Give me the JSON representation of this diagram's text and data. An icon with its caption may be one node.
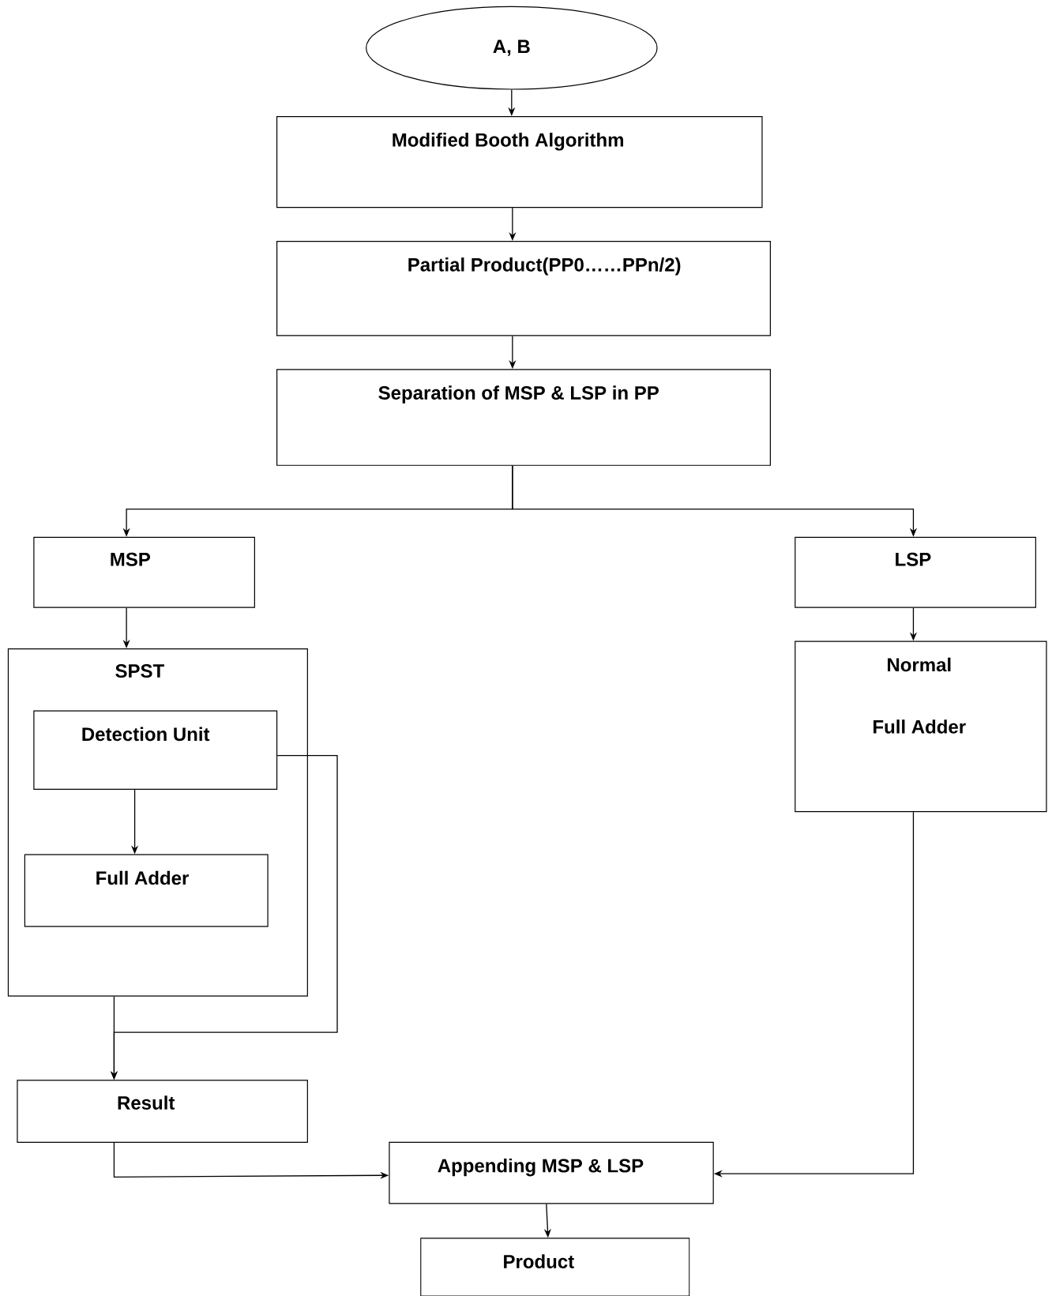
{
  "diagram": {
    "nodes": [
      {
        "text": [
          "A, B"
        ]
      },
      {
        "text": [
          "Modified Booth Algorithm"
        ]
      },
      {
        "text": [
          "Partial Product(PP0……PPn/2)"
        ]
      },
      {
        "text": [
          "Separation of MSP & LSP in PP"
        ]
      },
      {
        "text": [
          "MSP"
        ]
      },
      {
        "text": [
          "LSP"
        ]
      },
      {
        "text": [
          "SPST"
        ]
      },
      {
        "text": [
          "Detection Unit"
        ],
        "in": 6
      },
      {
        "text": [
          "Full Adder"
        ],
        "in": 6
      },
      {
        "text": [
          "Normal",
          "Full Adder"
        ]
      },
      {
        "text": [
          "Result"
        ]
      },
      {
        "text": [
          "Appending MSP & LSP"
        ]
      },
      {
        "text": [
          "Product"
        ]
      }
    ],
    "edges": [
      {
        "from": 0,
        "to": 1,
        "arrow": "to"
      },
      {
        "from": 1,
        "to": 2,
        "arrow": "to"
      },
      {
        "from": 2,
        "to": 3,
        "arrow": "to"
      },
      {
        "from": 3,
        "to": 4,
        "arrow": "to"
      },
      {
        "from": 3,
        "to": 5,
        "arrow": "to"
      },
      {
        "from": 4,
        "to": 6,
        "arrow": "to"
      },
      {
        "from": 5,
        "to": 9,
        "arrow": "to"
      },
      {
        "from": 7,
        "to": 8,
        "arrow": "to"
      },
      {
        "from": 6,
        "to": 10,
        "arrow": "to"
      },
      {
        "from": 7,
        "to": 10,
        "arrow": "to"
      },
      {
        "from": 10,
        "to": 11,
        "arrow": "to"
      },
      {
        "from": 9,
        "to": 11,
        "arrow": "to"
      },
      {
        "from": 11,
        "to": 12,
        "arrow": "to"
      }
    ]
  }
}
